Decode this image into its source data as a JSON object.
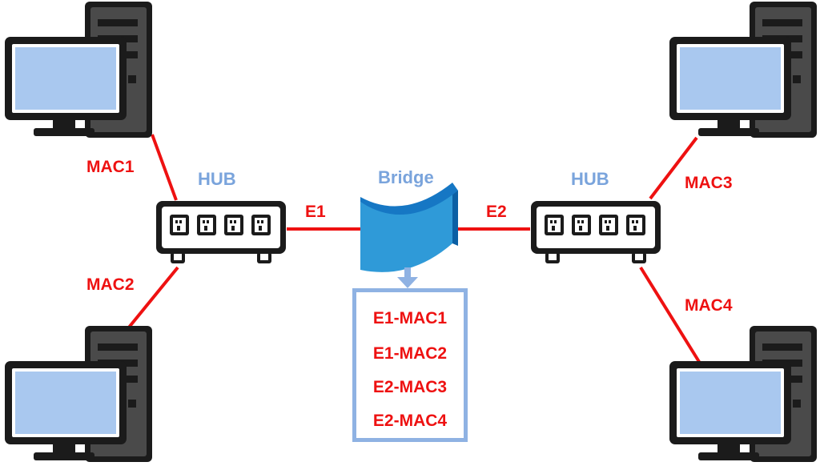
{
  "colors": {
    "link": "#ee1111",
    "label_red": "#ee1111",
    "device_label": "#7aa4dc",
    "bridge_light": "#2f9ad8",
    "bridge_dark": "#0b5fa4",
    "table_border": "#8fb2e3",
    "screen": "#a9c8ef",
    "tower": "#4a4a4a",
    "outline": "#1b1b1b"
  },
  "icons": {
    "computer": "desktop-computer-icon",
    "hub": "network-hub-icon",
    "bridge": "network-bridge-icon"
  },
  "labels": {
    "hub_left": "HUB",
    "hub_right": "HUB",
    "bridge": "Bridge",
    "e1": "E1",
    "e2": "E2",
    "mac1": "MAC1",
    "mac2": "MAC2",
    "mac3": "MAC3",
    "mac4": "MAC4"
  },
  "mac_table": {
    "rows": [
      "E1-MAC1",
      "E1-MAC2",
      "E2-MAC3",
      "E2-MAC4"
    ]
  }
}
